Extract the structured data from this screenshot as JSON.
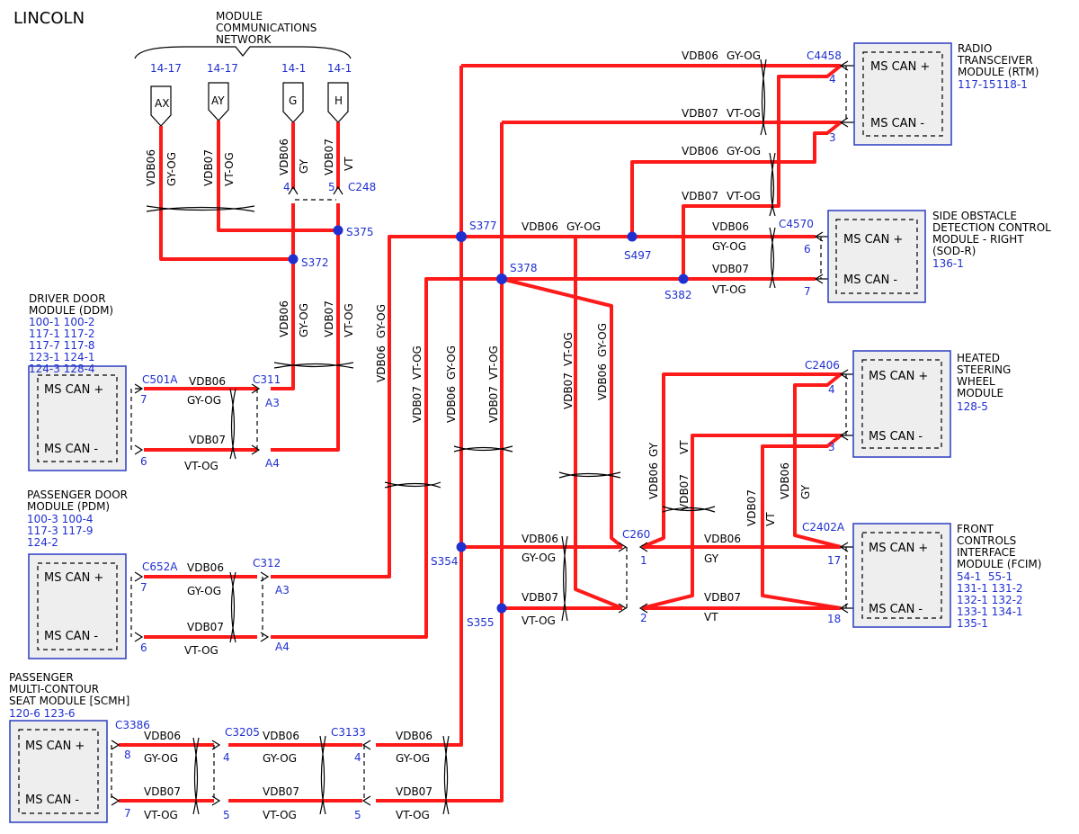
{
  "brand": "LINCOLN",
  "network": {
    "title": [
      "MODULE",
      "COMMUNICATIONS",
      "NETWORK"
    ],
    "connectors": [
      {
        "pin": "AX",
        "ref": "14-17"
      },
      {
        "pin": "AY",
        "ref": "14-17"
      },
      {
        "pin": "G",
        "ref": "14-1"
      },
      {
        "pin": "H",
        "ref": "14-1"
      }
    ]
  },
  "colors": {
    "wire": "#ff1a1a",
    "ref": "#1f2fd0",
    "module_border": "#2a3cc0",
    "module_fill": "#eeeeee"
  },
  "circuits": {
    "hi": "VDB06",
    "lo": "VDB07"
  },
  "wire_colors": {
    "gy_og": "GY-OG",
    "vt_og": "VT-OG",
    "gy": "GY",
    "vt": "VT"
  },
  "pins": {
    "can_hi": "MS CAN +",
    "can_lo": "MS CAN -"
  },
  "splices": [
    "S375",
    "S372",
    "S377",
    "S378",
    "S497",
    "S382",
    "S354",
    "S355"
  ],
  "modules": {
    "rtm": {
      "name": [
        "RADIO",
        "TRANSCEIVER",
        "MODULE (RTM)"
      ],
      "refs": [
        "117-15",
        "118-1"
      ],
      "connector": "C4458",
      "pin_hi": "4",
      "pin_lo": "3"
    },
    "sodr": {
      "name": [
        "SIDE OBSTACLE",
        "DETECTION CONTROL",
        "MODULE - RIGHT",
        "(SOD-R)"
      ],
      "refs": [
        "136-1"
      ],
      "connector": "C4570",
      "pin_hi": "6",
      "pin_lo": "7"
    },
    "hsw": {
      "name": [
        "HEATED",
        "STEERING",
        "WHEEL",
        "MODULE"
      ],
      "refs": [
        "128-5"
      ],
      "connector": "C2406",
      "pin_hi": "4",
      "pin_lo": "3"
    },
    "fcim": {
      "name": [
        "FRONT",
        "CONTROLS",
        "INTERFACE",
        "MODULE (FCIM)"
      ],
      "refs": [
        "54-1  55-1",
        "131-1 131-2",
        "132-1 132-2",
        "133-1 134-1",
        "135-1"
      ],
      "connector": "C2402A",
      "pin_hi": "17",
      "pin_lo": "18"
    },
    "ddm": {
      "name": [
        "DRIVER DOOR",
        "MODULE (DDM)"
      ],
      "refs": [
        "100-1 100-2",
        "117-1 117-2",
        "117-7 117-8",
        "123-1 124-1",
        "124-3 128-4"
      ],
      "connector": "C501A",
      "pin_hi": "7",
      "pin_lo": "6"
    },
    "pdm": {
      "name": [
        "PASSENGER DOOR",
        "MODULE (PDM)"
      ],
      "refs": [
        "100-3 100-4",
        "117-3 117-9",
        "124-2"
      ],
      "connector": "C652A",
      "pin_hi": "7",
      "pin_lo": "6"
    },
    "scmh": {
      "name": [
        "PASSENGER",
        "MULTI-CONTOUR",
        "SEAT MODULE [SCMH]"
      ],
      "refs": [
        "120-6 123-6"
      ],
      "connector": "C3386",
      "pin_hi": "8",
      "pin_lo": "7"
    }
  },
  "inline": {
    "c248": {
      "name": "C248",
      "pin_hi": "4",
      "pin_lo": "5"
    },
    "c311": {
      "name": "C311",
      "pin_hi": "A3",
      "pin_lo": "A4"
    },
    "c312": {
      "name": "C312",
      "pin_hi": "A3",
      "pin_lo": "A4"
    },
    "c260": {
      "name": "C260",
      "pin_hi": "1",
      "pin_lo": "2"
    },
    "c3205": {
      "name": "C3205",
      "pin_hi": "4",
      "pin_lo": "5"
    },
    "c3133": {
      "name": "C3133",
      "pin_hi": "4",
      "pin_lo": "5"
    }
  }
}
